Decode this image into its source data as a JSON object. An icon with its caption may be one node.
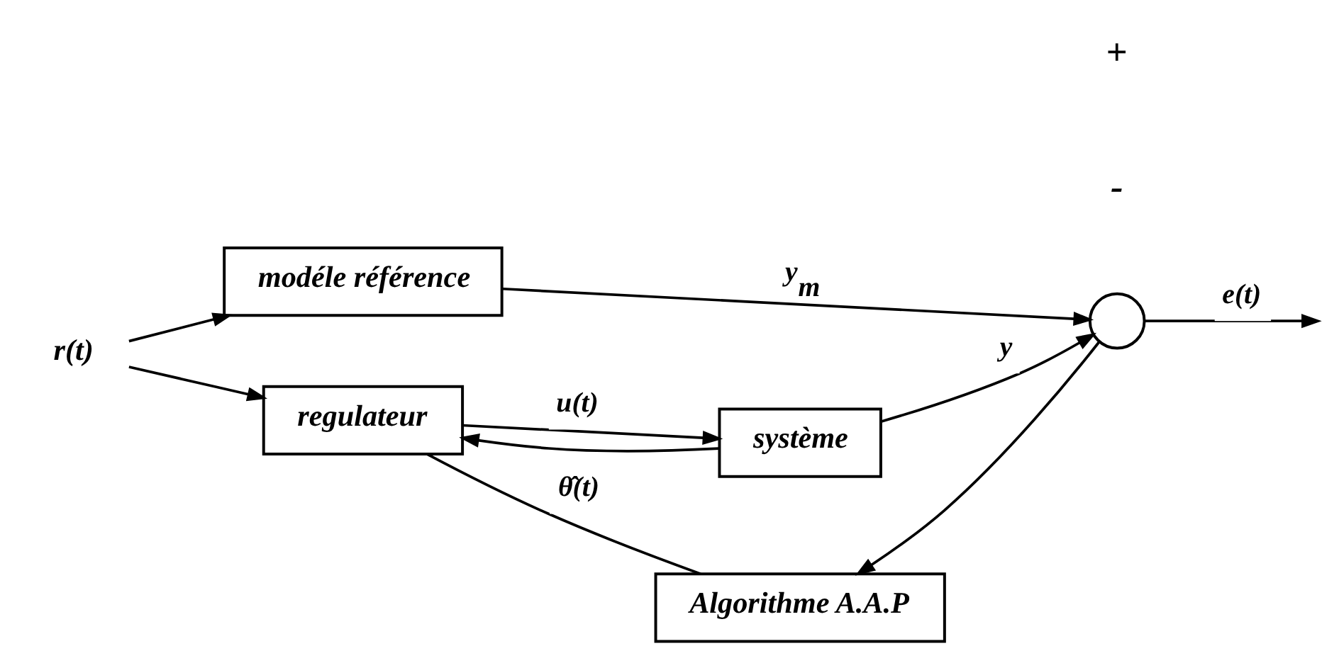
{
  "diagram": {
    "nodes": [
      {
        "text": [
          "modéle référence"
        ]
      },
      {
        "text": [
          "r(t)"
        ]
      },
      {
        "text": [
          "regulateur"
        ]
      },
      {
        "text": [
          "système"
        ]
      },
      {
        "text": [],
        "shape": "circle"
      },
      {
        "text": [
          "Algorithme A.A.P"
        ]
      }
    ],
    "edges": [
      {
        "from": 1,
        "to": 0,
        "arrow": "to"
      },
      {
        "from": 1,
        "to": 2,
        "arrow": "to"
      },
      {
        "from": 2,
        "to": 3,
        "label": "u(t)",
        "arrow": "to"
      },
      {
        "from": 3,
        "to": 4,
        "label": "y",
        "arrow": "to"
      },
      {
        "from": 0,
        "to": 4,
        "label": "y$_{m}$",
        "arrow": "to"
      },
      {
        "from": 4,
        "to": null,
        "label": "e(t)",
        "arrow": "to"
      },
      {
        "from": 3,
        "to": 2,
        "arrow": "to"
      },
      {
        "from": 4,
        "to": 5,
        "arrow": "to"
      },
      {
        "from": 5,
        "to": 2,
        "label": "θ̂(t)",
        "arrow": "none"
      }
    ],
    "labels": [
      "-",
      "+"
    ]
  }
}
